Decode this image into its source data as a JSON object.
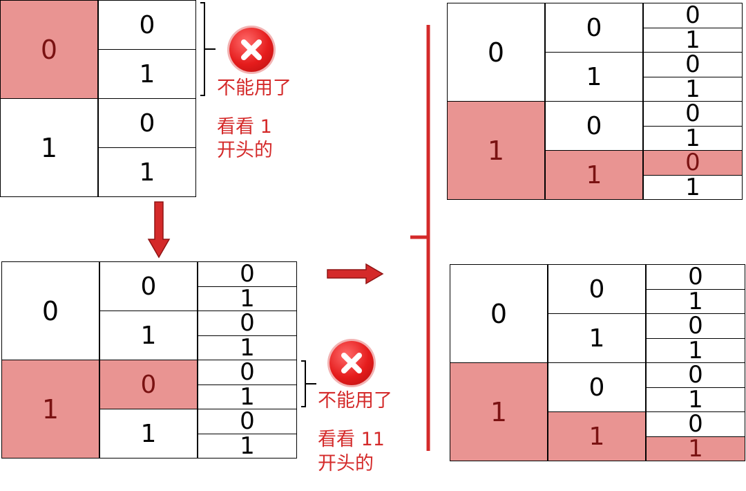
{
  "tables": {
    "top_left": {
      "c1": [
        "0",
        "1"
      ],
      "c2": [
        "0",
        "1",
        "0",
        "1"
      ],
      "highlight": {
        "c1": [
          0
        ]
      }
    },
    "bottom_left": {
      "c1": [
        "0",
        "1"
      ],
      "c2": [
        "0",
        "1",
        "0",
        "1"
      ],
      "c3": [
        "0",
        "1",
        "0",
        "1",
        "0",
        "1",
        "0",
        "1"
      ],
      "highlight": {
        "c1": [
          1
        ],
        "c2": [
          2
        ]
      }
    },
    "right_top": {
      "c1": [
        "0",
        "1"
      ],
      "c2": [
        "0",
        "1",
        "0",
        "1"
      ],
      "c3": [
        "0",
        "1",
        "0",
        "1",
        "0",
        "1",
        "0",
        "1"
      ],
      "highlight": {
        "c1": [
          1
        ],
        "c2": [
          3
        ],
        "c3": [
          6
        ]
      }
    },
    "right_bottom": {
      "c1": [
        "0",
        "1"
      ],
      "c2": [
        "0",
        "1",
        "0",
        "1"
      ],
      "c3": [
        "0",
        "1",
        "0",
        "1",
        "0",
        "1",
        "0",
        "1"
      ],
      "highlight": {
        "c1": [
          1
        ],
        "c2": [
          3
        ],
        "c3": [
          7
        ]
      }
    }
  },
  "notes": {
    "top_cannot": "不能用了",
    "top_look_1": "看看 1",
    "top_look_2": "开头的",
    "bottom_cannot": "不能用了",
    "bottom_look_1": "看看 11",
    "bottom_look_2": "开头的"
  },
  "colors": {
    "highlight_fill": "#e99492",
    "highlight_text": "#7a1212",
    "annotation_red": "#d42a2a",
    "arrow_red": "#d42a2a"
  },
  "icons": [
    "cross-error-icon",
    "down-arrow-icon",
    "right-arrow-icon",
    "bracket-icon"
  ]
}
